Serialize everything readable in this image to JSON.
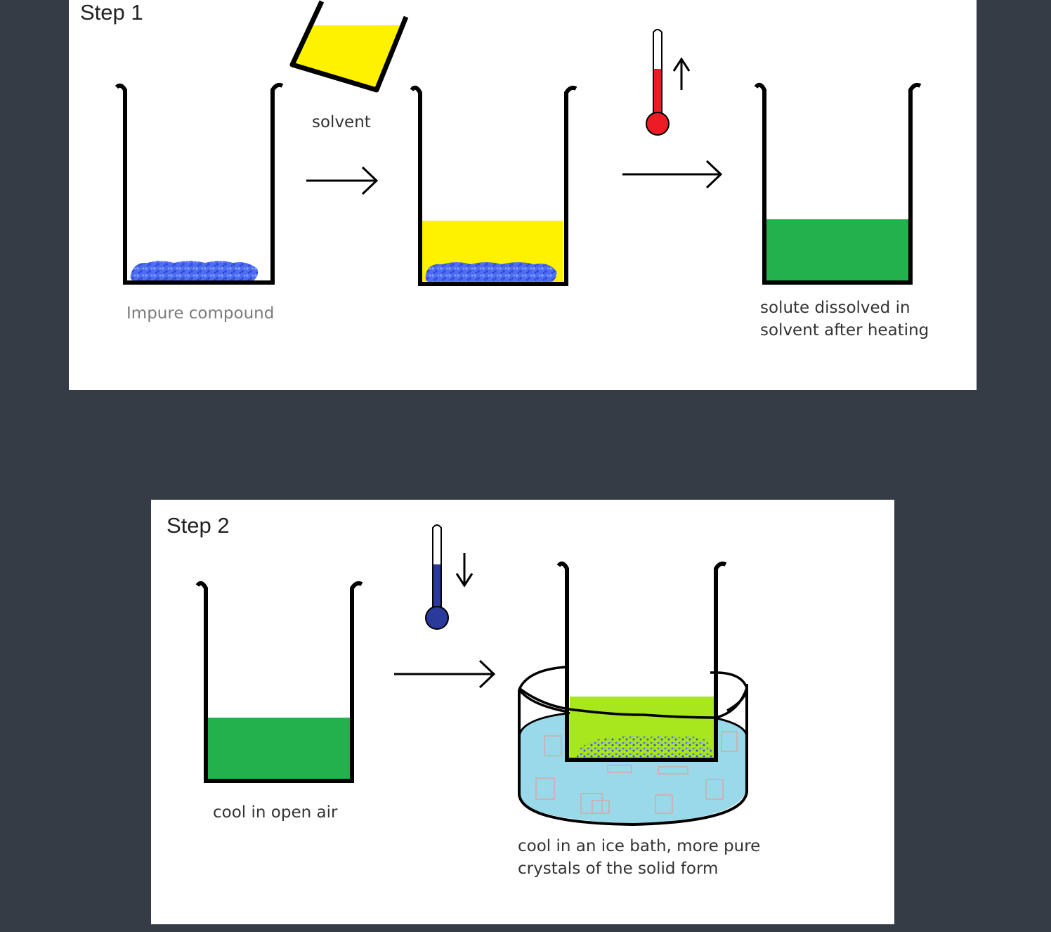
{
  "colors": {
    "background": "#353c45",
    "panel": "#ffffff",
    "solvent_yellow": "#fff200",
    "solution_green": "#22b14c",
    "cooled_solution_lime": "#a8e61d",
    "ice_water": "#99d9ea",
    "impure_solid": "#4d6df3",
    "thermometer_hot": "#ed1c24",
    "thermometer_cold": "#2a3a9a"
  },
  "step1": {
    "title": "Step 1",
    "beaker1_label": "Impure compound",
    "solvent_label": "solvent",
    "beaker3_label_line1": "solute dissolved in",
    "beaker3_label_line2": "solvent after heating",
    "thermometer_icon": "thermometer-hot-icon",
    "temperature_direction": "up"
  },
  "step2": {
    "title": "Step 2",
    "beaker1_label": "cool in open air",
    "ice_bath_label_line1": "cool in an ice bath, more pure",
    "ice_bath_label_line2": "crystals of the solid form",
    "thermometer_icon": "thermometer-cold-icon",
    "temperature_direction": "down"
  }
}
